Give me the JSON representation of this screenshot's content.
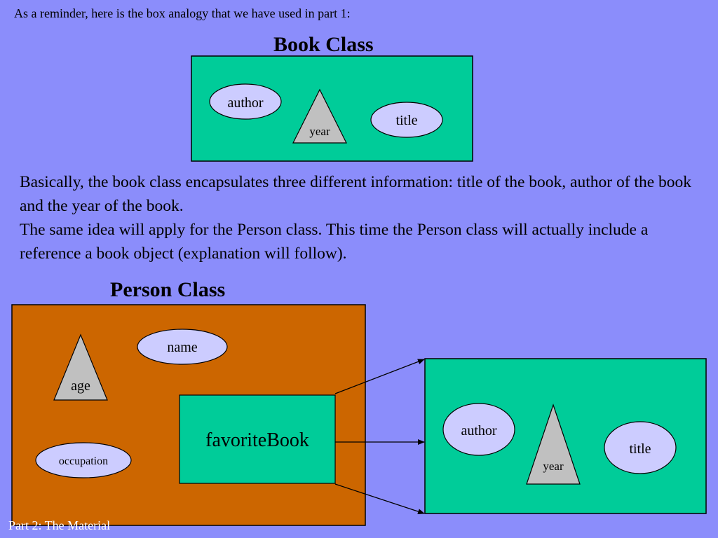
{
  "reminder": "As a reminder, here is the box analogy that we have used in part 1:",
  "book_class": {
    "heading": "Book Class",
    "fields": {
      "author": "author",
      "title": "title",
      "year": "year"
    }
  },
  "paragraph": {
    "line1": "Basically, the book class encapsulates three different information: title of the book, author of the book and the year of the book.",
    "line2": "The same idea will apply for the Person class. This time the Person class will actually include a reference a book object (explanation will follow)."
  },
  "person_class": {
    "heading": "Person Class",
    "fields": {
      "name": "name",
      "age": "age",
      "occupation": "occupation",
      "favorite_book": "favoriteBook"
    }
  },
  "referenced_book": {
    "fields": {
      "author": "author",
      "title": "title",
      "year": "year"
    }
  },
  "footer": "Part 2: The Material",
  "colors": {
    "background": "#8b8dfb",
    "book_box": "#00cc99",
    "person_box": "#cc6600",
    "ellipse_fill": "#ccccff",
    "triangle_fill": "#c0c0c0"
  }
}
